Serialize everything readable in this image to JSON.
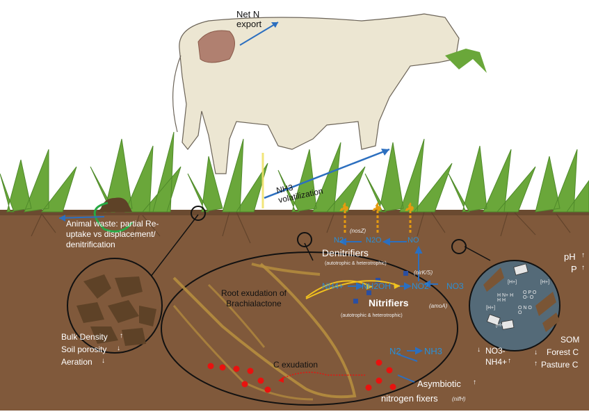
{
  "labels": {
    "net_n_export": "Net N export",
    "nh3_volatilization": "NH3 volatilization",
    "animal_waste": "Animal waste: partial Re-uptake vs displacement/ denitrification",
    "bulk_density": "Bulk Density",
    "soil_porosity": "Soil porosity",
    "aeration": "Aeration",
    "nosz": "(nosZ)",
    "denitrifiers": "Denitrifiers",
    "denitrifiers_sub": "(autotrophic & heterotrophic)",
    "nirks": "(nirK/S)",
    "root_exudation": "Root exudation of Brachialactone",
    "nitrifiers": "Nitrifiers",
    "nitrifiers_sub": "(autotrophic & heterotrophic)",
    "amoa": "(amoA)",
    "c_exudation": "C exudation",
    "asymbiotic": "Asymbiotic",
    "nitrogen_fixers": "nitrogen fixers",
    "nifh": "(nifH)",
    "ph": "pH",
    "p": "P",
    "som": "SOM",
    "forest_c": "Forest C",
    "pasture_c": "Pasture C",
    "no3_soil": "NO3-",
    "nh4_soil": "NH4+"
  },
  "chem": {
    "n2": "N2",
    "n2o": "N2O",
    "no": "NO",
    "nh4": "NH4+",
    "nh2oh": "NH2OH",
    "no2": "NO2",
    "no3": "NO3",
    "n2_fix": "N2",
    "nh3_fix": "NH3",
    "h_plus": "[H+]",
    "nh4_struct": "H N+ H H H",
    "phosphate": "O P O O- O",
    "no3_struct": "O N O O"
  },
  "colors": {
    "soil": "#80593b",
    "soil_dark": "#6a4a30",
    "chem_blue": "#2a8fd6",
    "arrow_blue": "#2c6fbf",
    "grass": "#6aa73a",
    "exudate_red": "#e8120f",
    "root_tan": "#b8903f",
    "circle_fill": "#546a78"
  }
}
